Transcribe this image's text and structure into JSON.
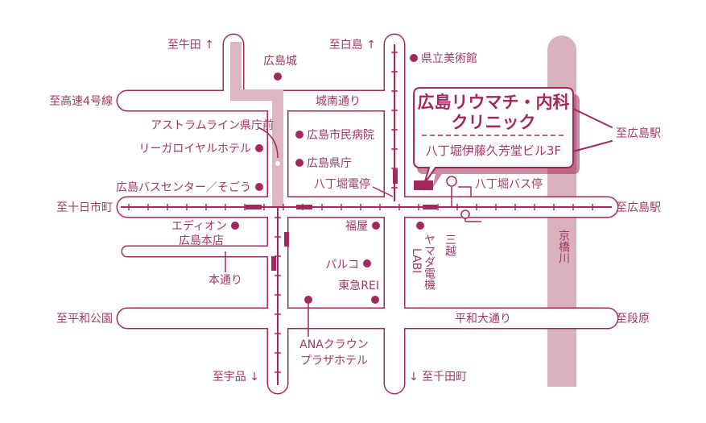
{
  "directions": {
    "ushita": "至牛田 ↑",
    "hakushima": "至白島 ↑",
    "highway4": "至高速4号線",
    "tokaichi": "至十日市町",
    "hiroshima_station_upper": "至広島駅",
    "hiroshima_station_main": "至広島駅",
    "heiwa_koen": "至平和公園",
    "danbara": "至段原",
    "ujina": "至宇品 ↓",
    "senda": "↓ 至千田町"
  },
  "streets": {
    "jonan": "城南通り",
    "hondori": "本通り",
    "heiwa_odori": "平和大通り",
    "river": "京橋川"
  },
  "landmarks": {
    "hiroshima_castle": "広島城",
    "prefectural_museum": "県立美術館",
    "astram_station": "アストラムライン県庁前",
    "rihga_royal": "リーガロイヤルホテル",
    "bus_center": "広島バスセンター／そごう",
    "city_hospital": "広島市民病院",
    "prefectural_office": "広島県庁",
    "hatchobori_tram": "八丁堀電停",
    "hatchobori_bus": "八丁堀バス停",
    "edion_1": "エディオン",
    "edion_2": "広島本店",
    "fukuya": "福屋",
    "parco": "パルコ",
    "tokyu_rei": "東急REI",
    "yamada": "ヤマダ電機",
    "labi": "LABI",
    "mitsukoshi": "三越",
    "ana_1": "ANAクラウン",
    "ana_2": "プラザホテル"
  },
  "clinic": {
    "name_line1": "広島リウマチ・内科",
    "name_line2": "クリニック",
    "address": "八丁堀伊藤久芳堂ビル3F"
  },
  "colors": {
    "road": "#a3285d",
    "text": "#a0366a",
    "river": "#d9b1bd",
    "rail": "#dcb6c2"
  }
}
